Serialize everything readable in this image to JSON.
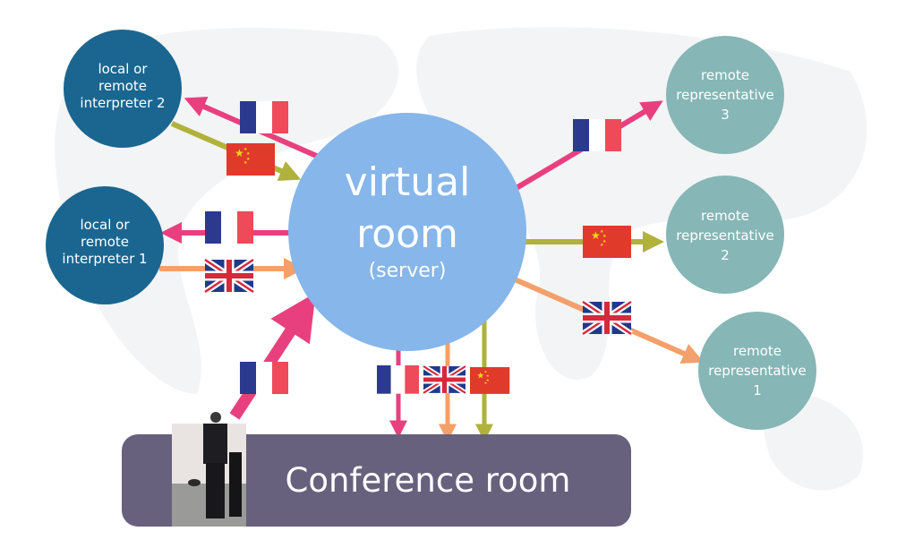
{
  "nodes": {
    "interpreter_2": [
      "local or",
      "remote",
      "interpreter 2"
    ],
    "interpreter_1": [
      "local or",
      "remote",
      "interpreter 1"
    ],
    "virtual_room": [
      "virtual",
      "room",
      "(server)"
    ],
    "representative_3": [
      "remote",
      "representative",
      "3"
    ],
    "representative_2": [
      "remote",
      "representative",
      "2"
    ],
    "representative_1": [
      "remote",
      "representative",
      "1"
    ],
    "conference_room": "Conference room"
  },
  "colors": {
    "interpreter": "#1a6690",
    "virtual_room": "#86b6ea",
    "representative": "#86b6b6",
    "conference": "#67617d",
    "pink": "#e8407f",
    "olive": "#b0b23c",
    "orange": "#f3a06a"
  },
  "flags": [
    "france",
    "china",
    "united-kingdom"
  ]
}
